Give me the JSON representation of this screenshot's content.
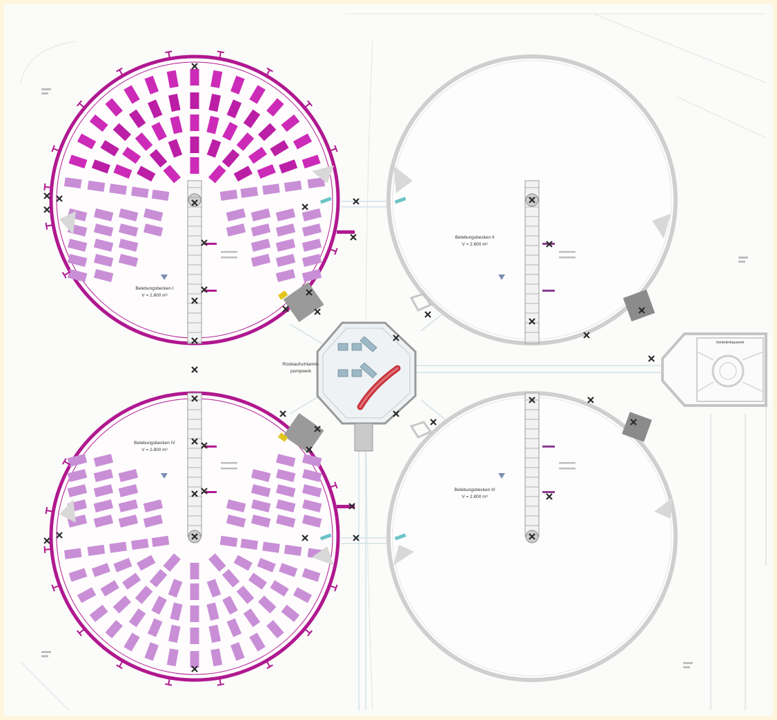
{
  "basins": [
    {
      "id": "I",
      "name": "Belebungsbecken I",
      "volume": "V = 2.800 m³",
      "aerated": true
    },
    {
      "id": "II",
      "name": "Belebungsbecken II",
      "volume": "V = 2.800 m³",
      "aerated": false
    },
    {
      "id": "III",
      "name": "Belebungsbecken III",
      "volume": "V = 2.800 m³",
      "aerated": false
    },
    {
      "id": "IV",
      "name": "Belebungsbecken IV",
      "volume": "V = 2.800 m³",
      "aerated": true
    }
  ],
  "central_station": {
    "line1": "Rücklaufschlamm-",
    "line2": "pumpwerk"
  },
  "distribution_building": {
    "name": "Verteilerbauwerk"
  },
  "colors": {
    "background": "#fbfbfa",
    "frame": "#fdf6dc",
    "aeration_magenta": "#b0188f",
    "aeration_dark": "#cc2bb8",
    "aeration_light": "#c98fd6",
    "basin_wall": "#cfcfcf",
    "pipe_red": "#c8343c",
    "pipe_cyan": "#6cc4c8",
    "equipment_yellow": "#e2c51c"
  },
  "icons": [
    "valve-symbol-icon",
    "water-level-triangle-icon",
    "north-arrow-icon"
  ]
}
